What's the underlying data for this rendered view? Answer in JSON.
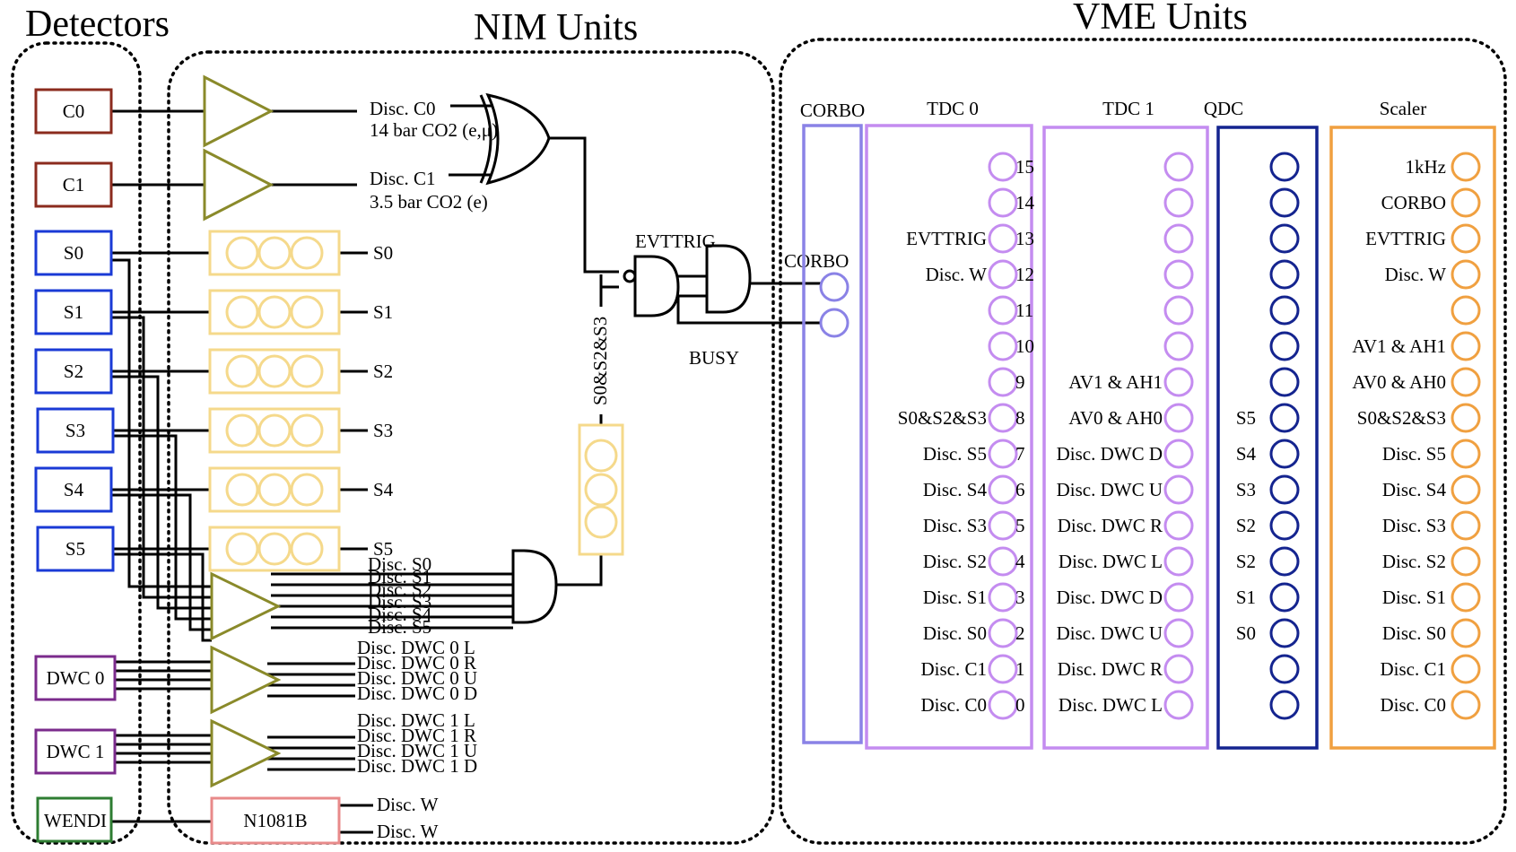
{
  "sections": {
    "detectors": "Detectors",
    "nim": "NIM Units",
    "vme": "VME Units"
  },
  "colors": {
    "cherenkov": "#8b2b1e",
    "scint": "#1a3ad6",
    "dwc": "#7b2b8c",
    "wendi": "#2e7d32",
    "amp": "#8a8a2a",
    "pmt": "#f5d98b",
    "n1081b": "#e88a8a",
    "corbo": "#8a82e6",
    "tdc": "#c48cf0",
    "qdc": "#14248f",
    "scaler": "#f0a040"
  },
  "detectors": {
    "c0": "C0",
    "c1": "C1",
    "s0": "S0",
    "s1": "S1",
    "s2": "S2",
    "s3": "S3",
    "s4": "S4",
    "s5": "S5",
    "dwc0": "DWC 0",
    "dwc1": "DWC 1",
    "wendi": "WENDI"
  },
  "nim": {
    "disc_c0": "Disc. C0",
    "disc_c0_desc": "14 bar CO2 (e,μ)",
    "disc_c1": "Disc. C1",
    "disc_c1_desc": "3.5 bar CO2 (e)",
    "pmt_labels": [
      "S0",
      "S1",
      "S2",
      "S3",
      "S4",
      "S5"
    ],
    "disc_s_labels": [
      "Disc. S0",
      "Disc. S1",
      "Disc. S2",
      "Disc. S3",
      "Disc. S4",
      "Disc. S5"
    ],
    "dwc0_labels": [
      "Disc. DWC 0 L",
      "Disc. DWC 0 R",
      "Disc. DWC 0 U",
      "Disc. DWC 0 D"
    ],
    "dwc1_labels": [
      "Disc. DWC 1 L",
      "Disc. DWC 1 R",
      "Disc. DWC 1 U",
      "Disc. DWC 1 D"
    ],
    "coincidence": "S0&S2&S3",
    "evttrig": "EVTTRIG",
    "busy": "BUSY",
    "corbo": "CORBO",
    "n1081b": "N1081B",
    "disc_w_1": "Disc. W",
    "disc_w_2": "Disc. W"
  },
  "vme": {
    "corbo_title": "CORBO",
    "tdc0_title": "TDC 0",
    "tdc1_title": "TDC 1",
    "qdc_title": "QDC",
    "scaler_title": "Scaler",
    "tdc0_numbers": [
      "15",
      "14",
      "13",
      "12",
      "11",
      "10",
      "9",
      "8",
      "7",
      "6",
      "5",
      "4",
      "3",
      "2",
      "1",
      "0"
    ],
    "tdc0_labels": [
      "",
      "",
      "EVTTRIG",
      "Disc. W",
      "",
      "",
      "",
      "S0&S2&S3",
      "Disc. S5",
      "Disc. S4",
      "Disc. S3",
      "Disc. S2",
      "Disc. S1",
      "Disc. S0",
      "Disc. C1",
      "Disc. C0"
    ],
    "tdc1_labels": [
      "",
      "",
      "",
      "",
      "",
      "",
      "AV1 & AH1",
      "AV0 & AH0",
      "Disc. DWC D",
      "Disc. DWC U",
      "Disc. DWC R",
      "Disc. DWC L",
      "Disc. DWC D",
      "Disc. DWC U",
      "Disc. DWC R",
      "Disc. DWC L"
    ],
    "qdc_labels": [
      "",
      "",
      "",
      "",
      "",
      "",
      "",
      "S5",
      "S4",
      "S3",
      "S2",
      "S2",
      "S1",
      "S0",
      "",
      ""
    ],
    "scaler_labels": [
      "1kHz",
      "CORBO",
      "EVTTRIG",
      "Disc. W",
      "",
      "AV1 & AH1",
      "AV0 & AH0",
      "S0&S2&S3",
      "Disc. S5",
      "Disc. S4",
      "Disc. S3",
      "Disc. S2",
      "Disc. S1",
      "Disc. S0",
      "Disc. C1",
      "Disc. C0"
    ]
  }
}
